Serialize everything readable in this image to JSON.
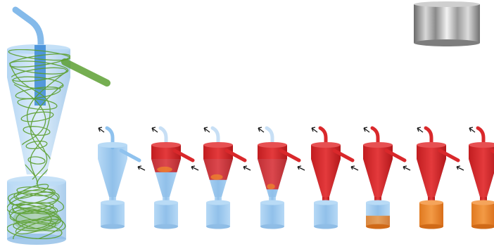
{
  "figure": {
    "large_cyclone": {
      "streamlines": "green-swirl"
    },
    "cylinder": {
      "style": "metallic-silver"
    },
    "sequence": {
      "frame_count": 8,
      "frames": [
        {
          "index": 1,
          "cone_fill": 0.0,
          "bin_fill": 0.0
        },
        {
          "index": 2,
          "cone_fill": 0.35,
          "bin_fill": 0.0
        },
        {
          "index": 3,
          "cone_fill": 0.55,
          "bin_fill": 0.0
        },
        {
          "index": 4,
          "cone_fill": 0.8,
          "bin_fill": 0.0
        },
        {
          "index": 5,
          "cone_fill": 1.0,
          "bin_fill": 0.0
        },
        {
          "index": 6,
          "cone_fill": 1.0,
          "bin_fill": 0.45
        },
        {
          "index": 7,
          "cone_fill": 1.0,
          "bin_fill": 1.0
        },
        {
          "index": 8,
          "cone_fill": 1.0,
          "bin_fill": 1.0
        }
      ],
      "arrows": {
        "outlet": "up-left",
        "inlet": "left"
      }
    }
  },
  "colors": {
    "air": "#8fc2ee",
    "air_dark": "#4a90d9",
    "fluid": "#d9282b",
    "fluid_dark": "#a31618",
    "dust": "#f08a2a",
    "streamline": "#5a9e2c",
    "metal_light": "#e6e6e6",
    "metal_dark": "#6a6a6a"
  }
}
